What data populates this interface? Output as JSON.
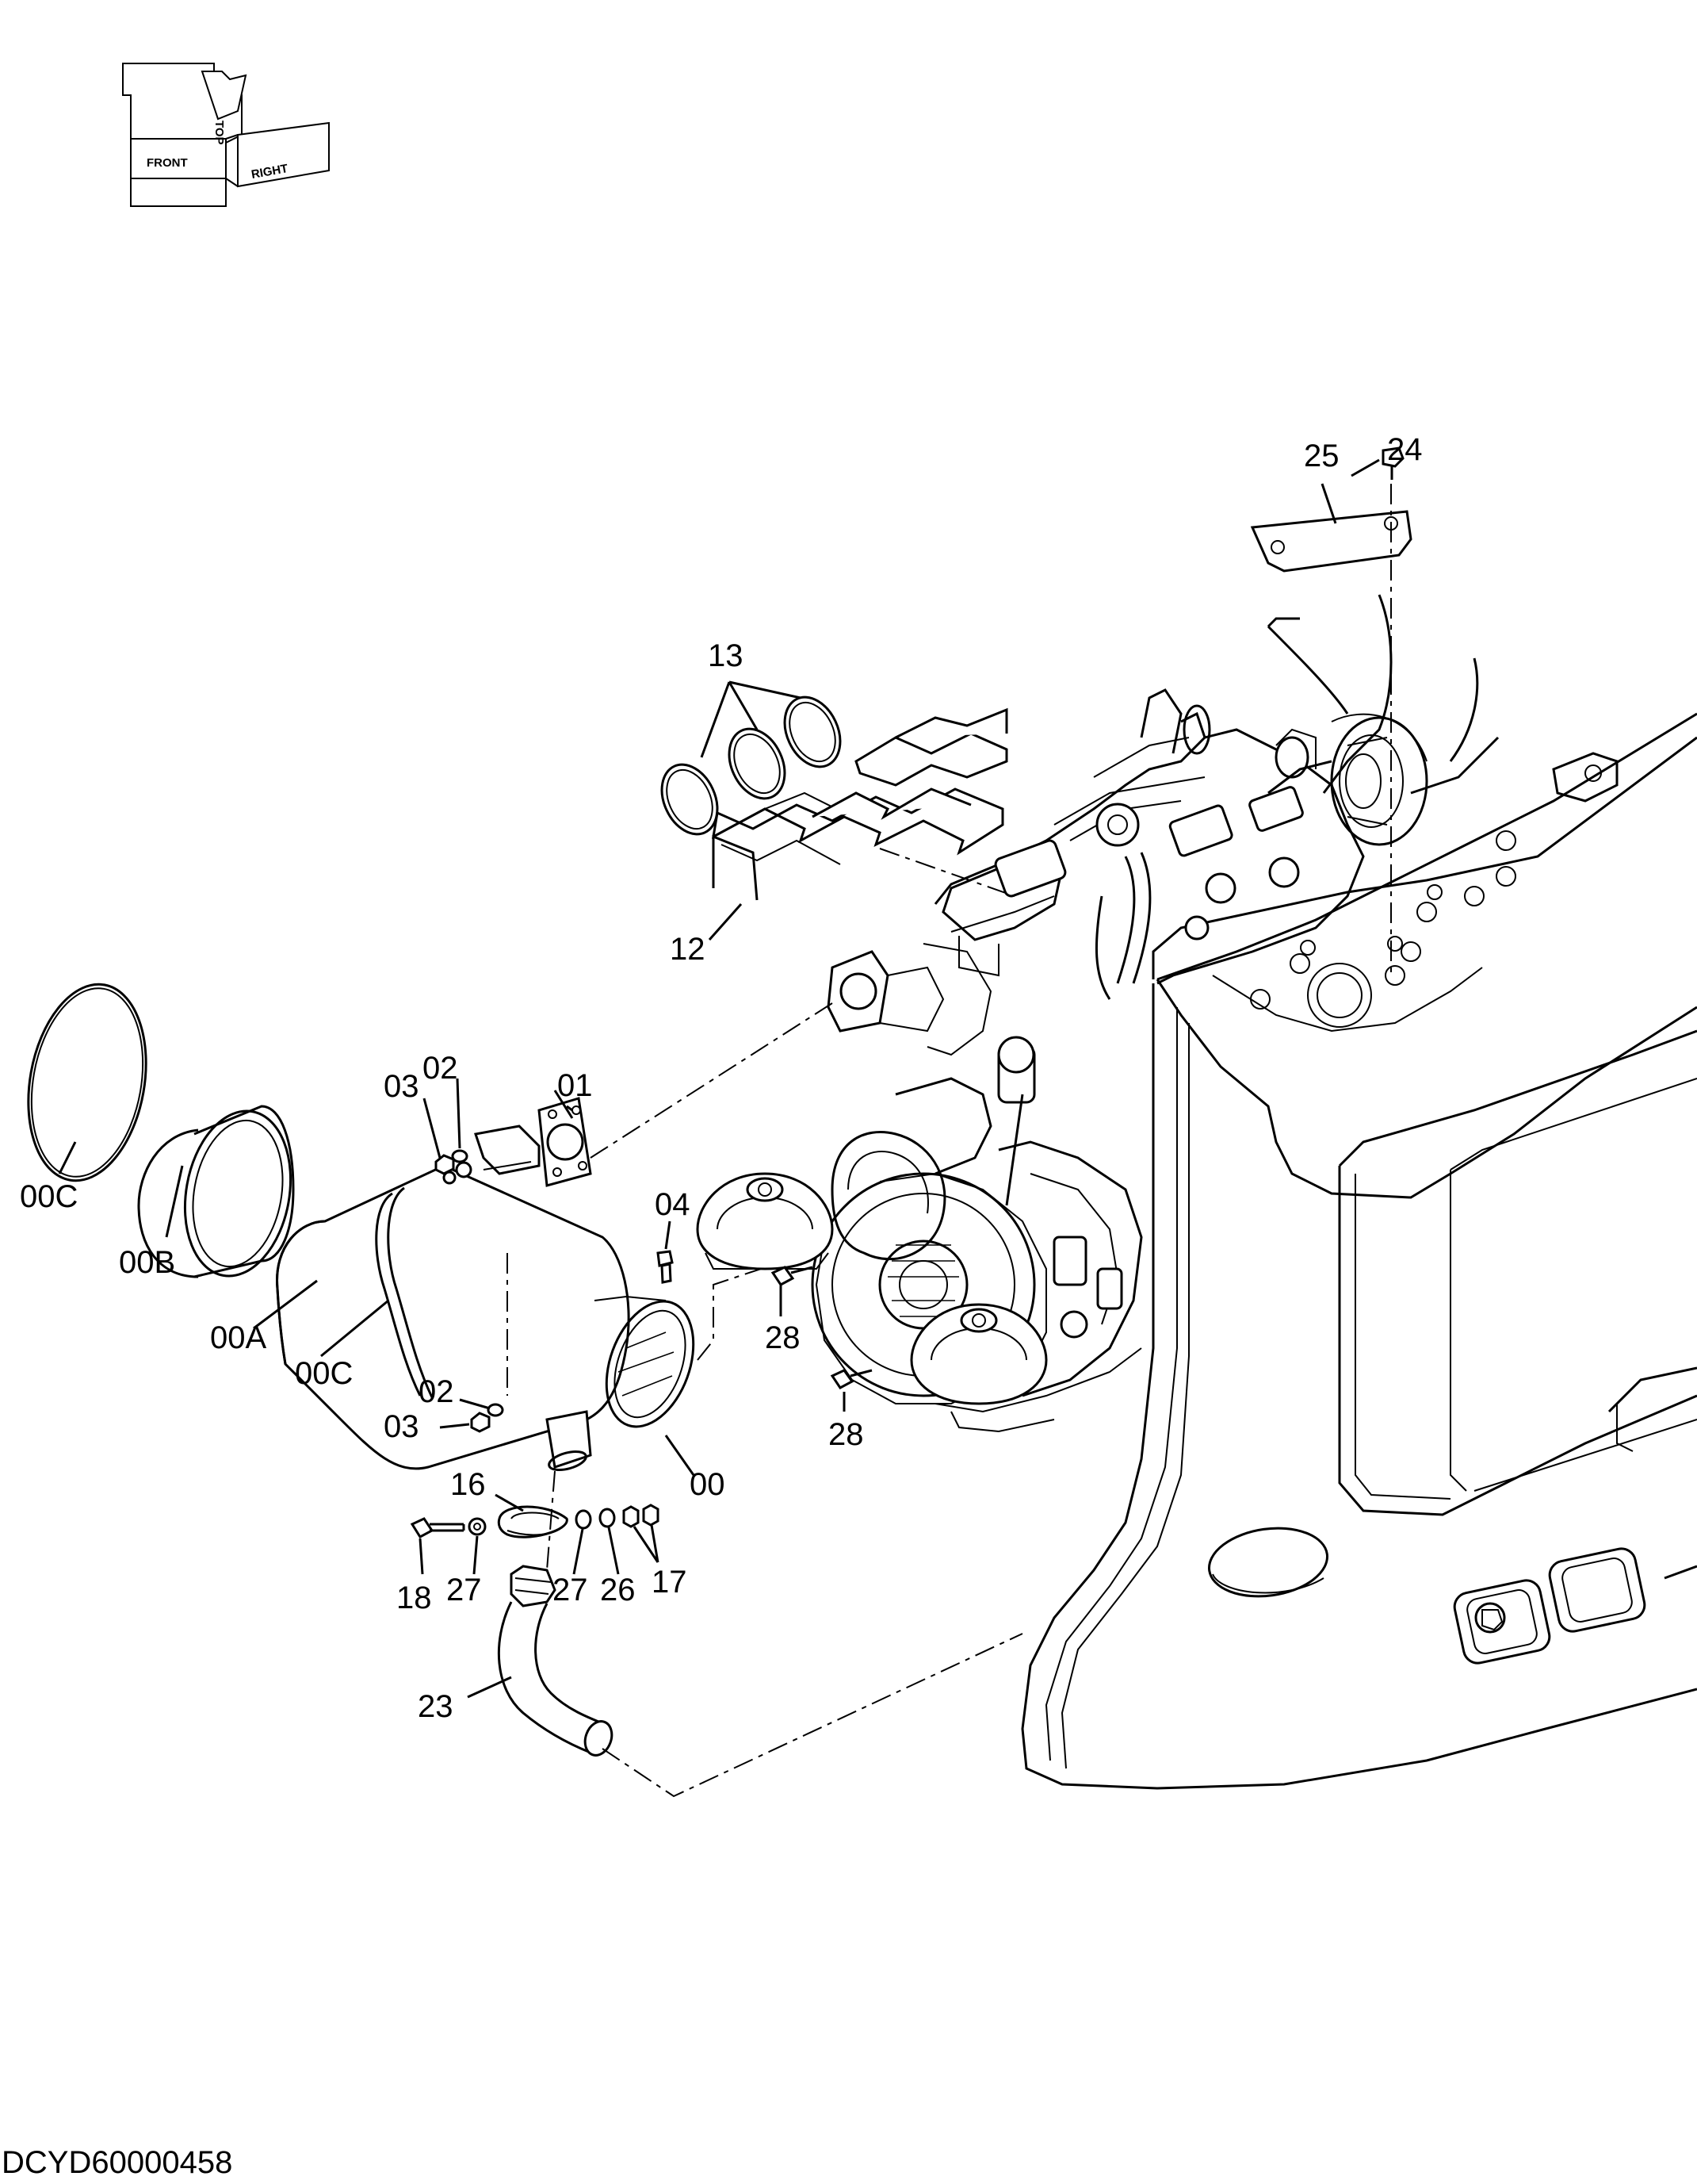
{
  "orientation": {
    "front": "FRONT",
    "top": "TOP",
    "right": "RIGHT"
  },
  "callouts": {
    "c24": "24",
    "c25": "25",
    "c13": "13",
    "c12": "12",
    "c01": "01",
    "c02a": "02",
    "c03a": "03",
    "c02b": "02",
    "c03b": "03",
    "c04": "04",
    "c00": "00",
    "c00A": "00A",
    "c00B": "00B",
    "c00C_ring": "00C",
    "c00C_body": "00C",
    "c28a": "28",
    "c28b": "28",
    "c16": "16",
    "c18": "18",
    "c27a": "27",
    "c27b": "27",
    "c26": "26",
    "c17": "17",
    "c23": "23"
  },
  "document_id": "DCYD60000458"
}
